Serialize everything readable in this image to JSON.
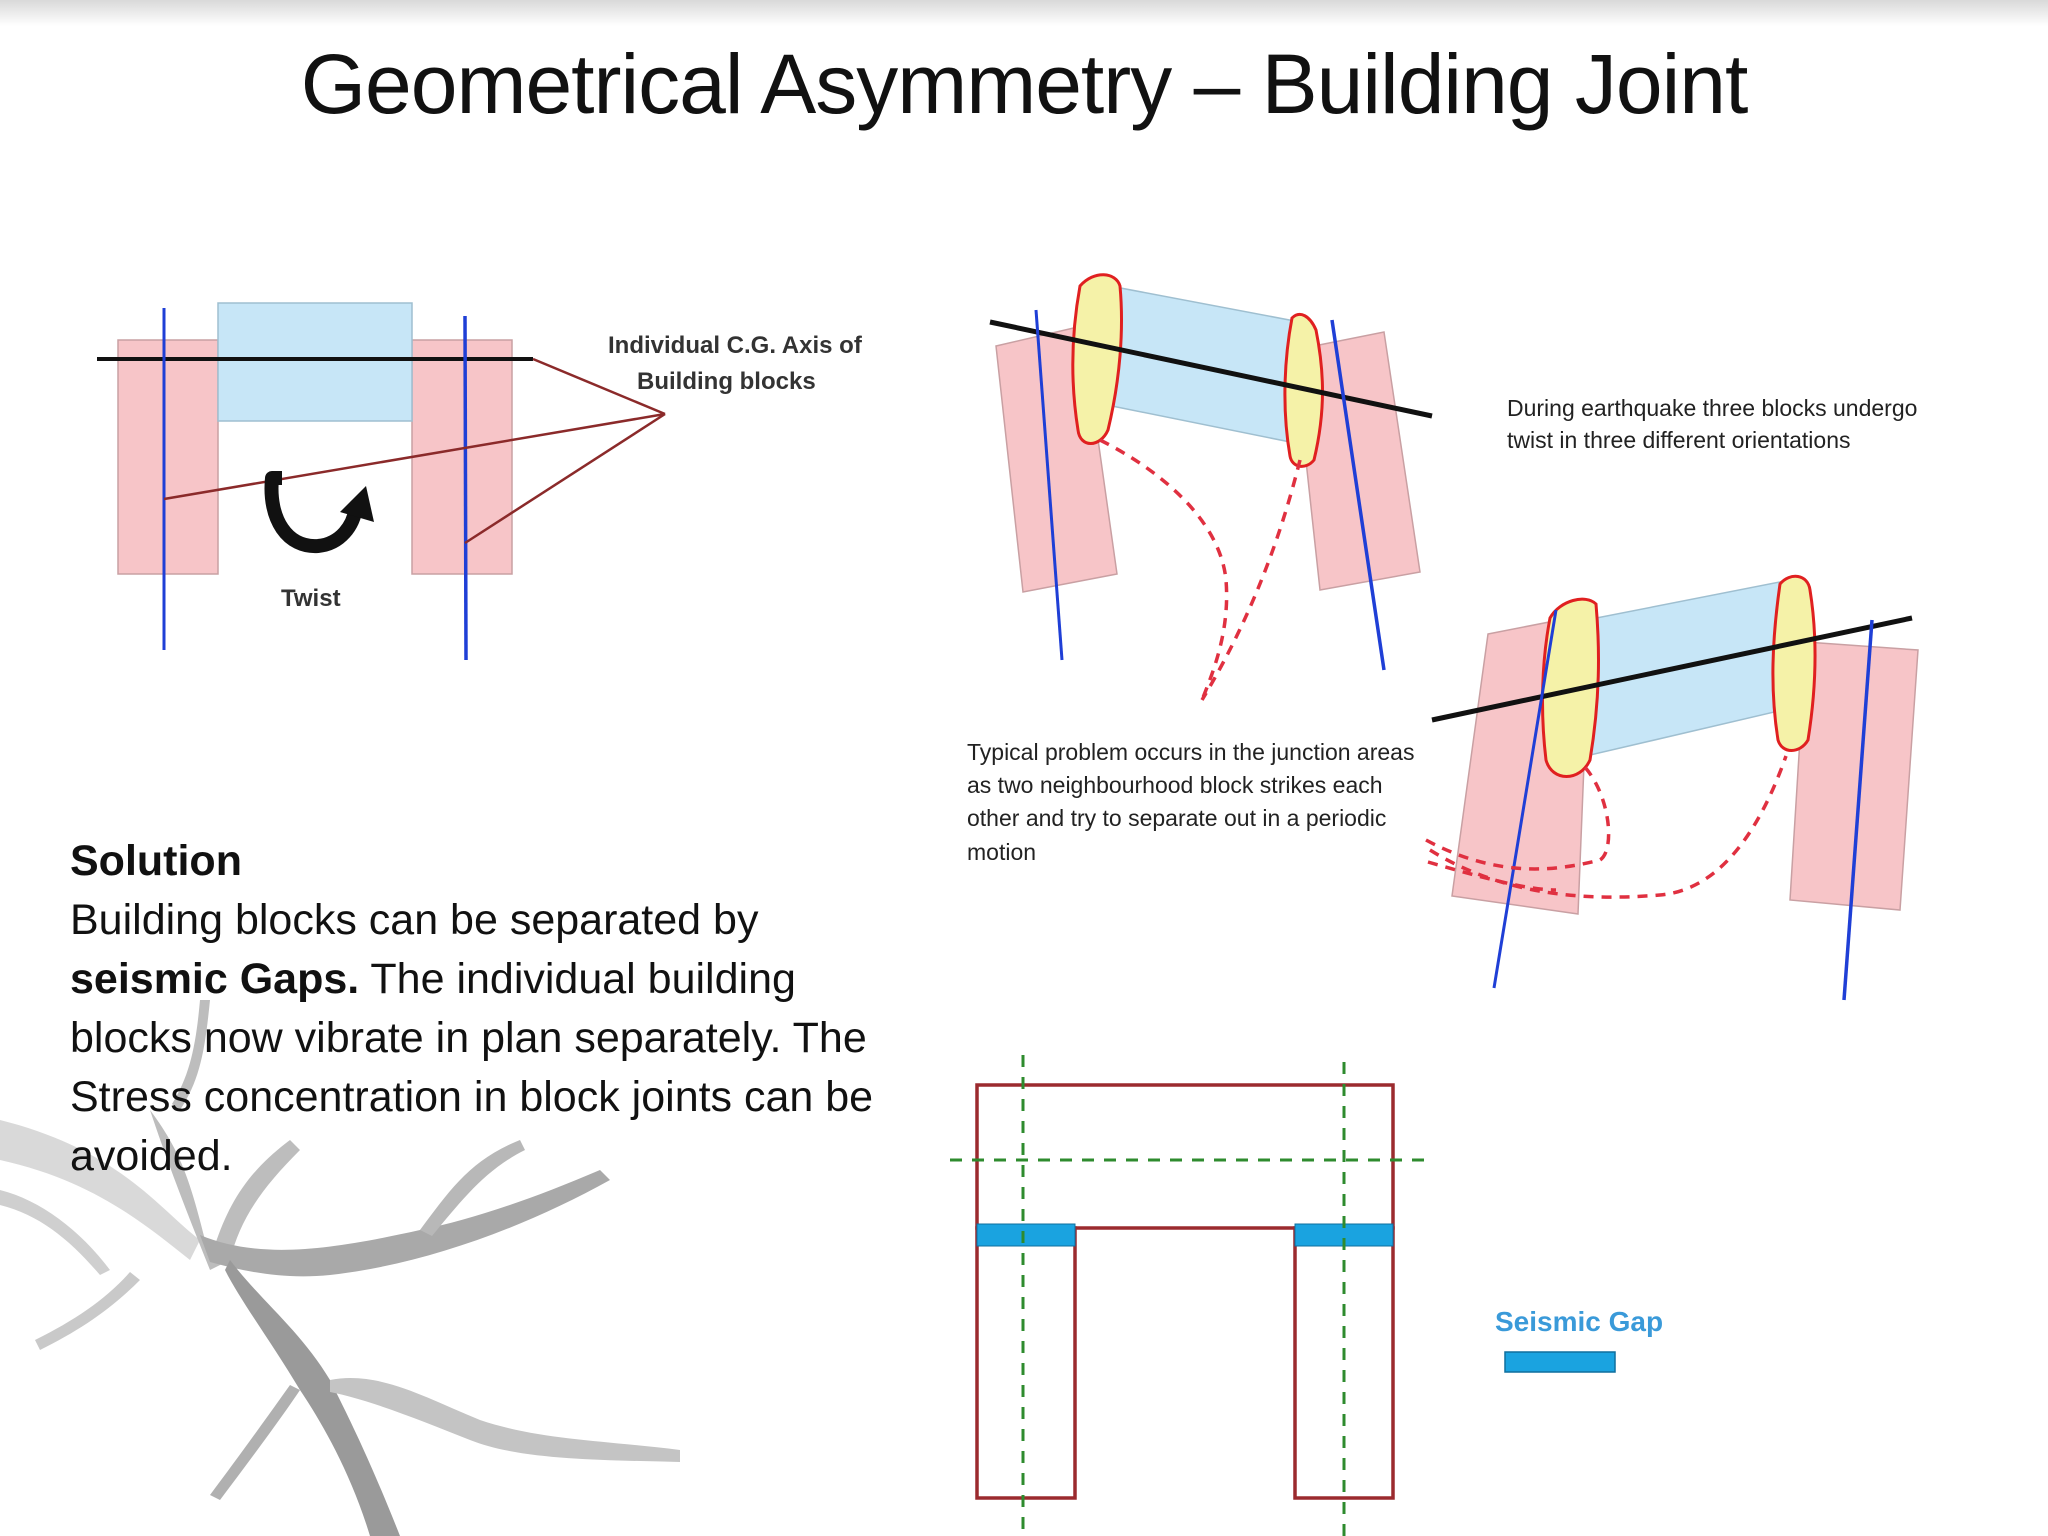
{
  "slide": {
    "title": "Geometrical Asymmetry – Building Joint"
  },
  "plan_diagram": {
    "cg_axis_label_line1": "Individual C.G. Axis of",
    "cg_axis_label_line2": "Building blocks",
    "twist_label": "Twist"
  },
  "twist_diagram": {
    "orientation_note_line1": "During earthquake three  blocks undergo",
    "orientation_note_line2": "twist in three different orientations",
    "junction_note_line1": "Typical problem occurs in the junction areas",
    "junction_note_line2": "as two neighbourhood block strikes each",
    "junction_note_line3": "other and try to separate out in a periodic",
    "junction_note_line4": "motion"
  },
  "solution": {
    "heading": "Solution",
    "text_part1": "Building blocks can be separated by ",
    "bold_part": "seismic Gaps.",
    "text_part2": " The individual building blocks now vibrate in plan separately. The Stress concentration in block joints can be avoided."
  },
  "gap_diagram": {
    "legend_label": "Seismic Gap"
  },
  "colors": {
    "block_pink": "#f7c5c8",
    "block_blue": "#c7e6f7",
    "axis_blue": "#1f3fd6",
    "joint_yellow": "#f5f2a8",
    "joint_red": "#e02020",
    "outline_maroon": "#9b2a2e",
    "gap_blue": "#1aa3e0",
    "dash_green": "#2e8b2e"
  }
}
